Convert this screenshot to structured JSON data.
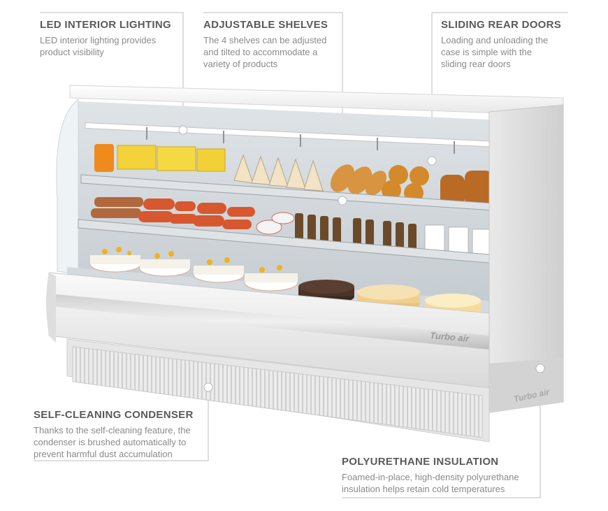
{
  "callouts": {
    "led": {
      "title": "LED INTERIOR LIGHTING",
      "line1": "LED interior lighting provides",
      "line2": "product visibility"
    },
    "shelves": {
      "title": "ADJUSTABLE SHELVES",
      "line1": "The 4 shelves can be adjusted",
      "line2": "and tilted to accommodate a",
      "line3": "variety of products"
    },
    "doors": {
      "title": "SLIDING REAR DOORS",
      "line1": "Loading and unloading the",
      "line2": "case is simple with the",
      "line3": "sliding rear doors"
    },
    "condenser": {
      "title": "SELF-CLEANING CONDENSER",
      "line1": "Thanks to the self-cleaning feature, the",
      "line2": "condenser is brushed automatically to",
      "line3": "prevent harmful dust accumulation"
    },
    "insulation": {
      "title": "POLYURETHANE INSULATION",
      "line1": "Foamed-in-place, high-density polyurethane",
      "line2": "insulation helps retain cold temperatures"
    }
  },
  "product": {
    "brand_front": "Turbo air",
    "brand_side": "Turbo air"
  },
  "colors": {
    "heading": "#5a5a5a",
    "body_text": "#8a8a8a",
    "leader_line": "#bdbdbd",
    "cabinet": "#f2f2f2",
    "cabinet_shadow": "#c9c9c9",
    "glass": "#eef3f6"
  }
}
